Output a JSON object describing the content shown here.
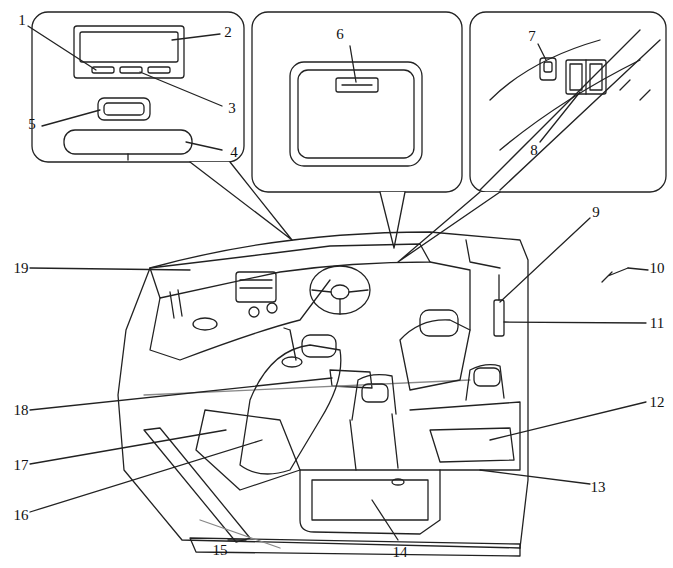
{
  "diagram": {
    "labels": [
      "1",
      "2",
      "3",
      "4",
      "5",
      "6",
      "7",
      "8",
      "9",
      "10",
      "11",
      "12",
      "13",
      "14",
      "15",
      "16",
      "17",
      "18",
      "19"
    ]
  }
}
